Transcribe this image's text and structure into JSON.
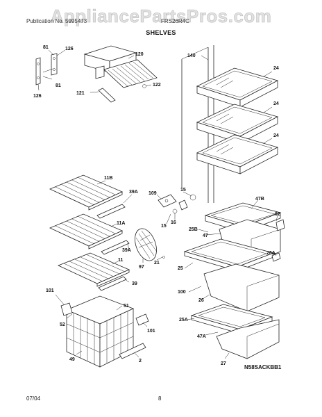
{
  "watermark": "AppliancePartsPros.com",
  "header": {
    "left_text": "Publication No. 5995473",
    "right_text": "FRS26R4C",
    "section_title": "SHELVES"
  },
  "part_labels": {
    "p81a": "81",
    "p126a": "126",
    "p81b": "81",
    "p126b": "126",
    "p120": "120",
    "p121": "121",
    "p122": "122",
    "p140": "140",
    "p24a": "24",
    "p24b": "24",
    "p24c": "24",
    "p11B": "11B",
    "p39Aa": "39A",
    "p109": "109",
    "p15a": "15",
    "p16": "16",
    "p15b": "15",
    "p11A": "11A",
    "p39Ab": "39A",
    "p97": "97",
    "p21": "21",
    "p11": "11",
    "p39": "39",
    "p101a": "101",
    "p52": "52",
    "p51": "51",
    "p101b": "101",
    "p49": "49",
    "p2": "2",
    "p47B": "47B",
    "p62": "62",
    "p25B": "25B",
    "p47": "47",
    "p26A": "26A",
    "p25": "25",
    "p100": "100",
    "p26": "26",
    "p25A": "25A",
    "p47A": "47A",
    "p27": "27"
  },
  "model_code": "N58SACKBB1",
  "footer": {
    "date": "07/04",
    "page": "8"
  }
}
